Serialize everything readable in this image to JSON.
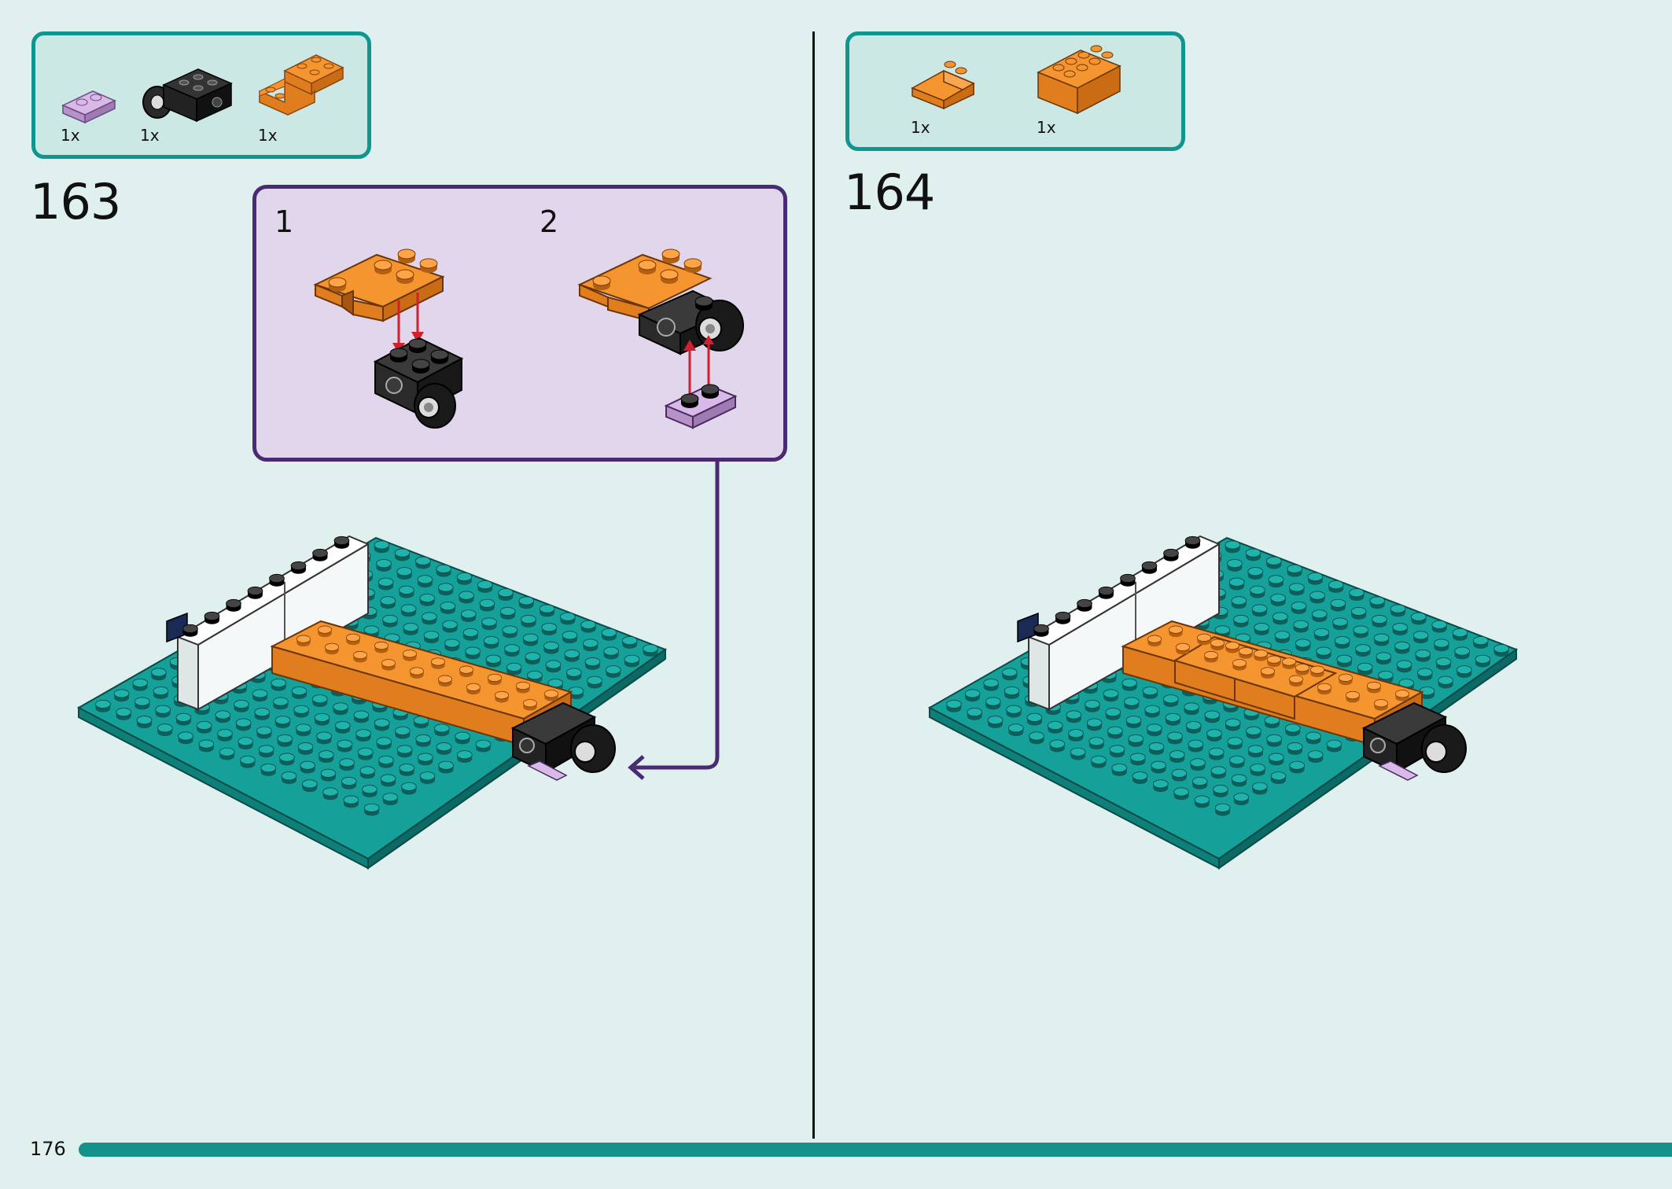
{
  "page": {
    "number": "176"
  },
  "steps": [
    {
      "number": "163",
      "parts": [
        {
          "qty": "1x",
          "name": "lavender-plate-1x2"
        },
        {
          "qty": "1x",
          "name": "black-bracket-with-wheel"
        },
        {
          "qty": "1x",
          "name": "orange-bracket-plate"
        }
      ],
      "substeps": [
        {
          "number": "1"
        },
        {
          "number": "2"
        }
      ]
    },
    {
      "number": "164",
      "parts": [
        {
          "qty": "1x",
          "name": "orange-slope-brick"
        },
        {
          "qty": "1x",
          "name": "orange-brick-2x4"
        }
      ]
    }
  ],
  "colors": {
    "background": "#e0f0ee",
    "accent_teal": "#10968f",
    "callout_purple": "#4a2a73",
    "callout_fill": "#e1d6ec",
    "brick_orange": "#f08a24",
    "baseplate_teal": "#16a09a",
    "arrow_red": "#d2202e"
  }
}
